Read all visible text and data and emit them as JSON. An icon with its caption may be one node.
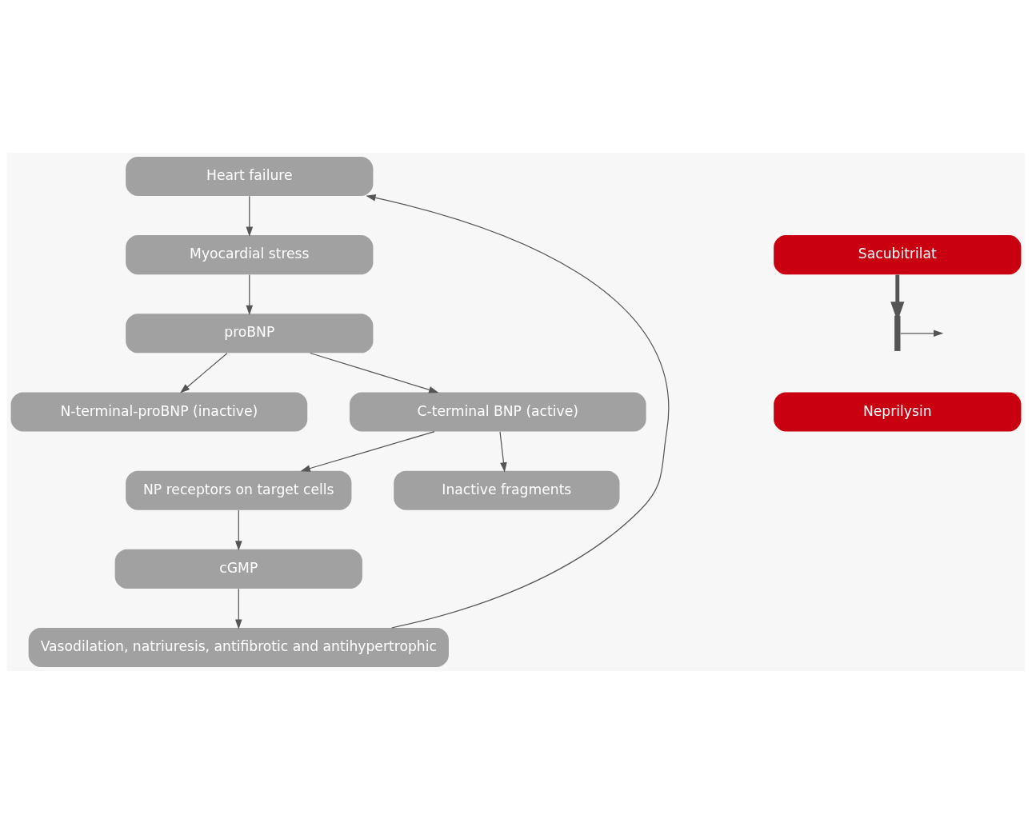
{
  "diagram": {
    "nodes": [
      {
        "text": [
          "Heart failure"
        ]
      },
      {
        "text": [
          "Myocardial stress"
        ]
      },
      {
        "text": [
          "Sacubitrilat"
        ]
      },
      {
        "text": [
          "proBNP"
        ]
      },
      {
        "text": [
          "N-terminal-proBNP (inactive)"
        ]
      },
      {
        "text": [
          "C-terminal BNP (active)"
        ]
      },
      {
        "text": [],
        "shape": "bar"
      },
      {
        "text": [
          "Neprilysin"
        ]
      },
      {
        "text": [
          "NP receptors on target cells"
        ]
      },
      {
        "text": [
          "Inactive fragments"
        ]
      },
      {
        "text": [
          "cGMP"
        ]
      },
      {
        "text": [
          "Vasodilation, natriuresis, antifibrotic and antihypertrophic"
        ]
      }
    ],
    "edges": [
      {
        "from": 0,
        "to": 1,
        "arrow": "to"
      },
      {
        "from": 1,
        "to": 3,
        "arrow": "to"
      },
      {
        "from": 3,
        "to": 4,
        "arrow": "to"
      },
      {
        "from": 3,
        "to": 5,
        "arrow": "to"
      },
      {
        "from": 5,
        "to": 8,
        "arrow": "to"
      },
      {
        "from": 5,
        "to": 9,
        "arrow": "to"
      },
      {
        "from": 8,
        "to": 10,
        "arrow": "to"
      },
      {
        "from": 10,
        "to": 11,
        "arrow": "to"
      },
      {
        "from": 11,
        "to": 0,
        "arrow": "to"
      },
      {
        "from": 2,
        "to": 6,
        "arrow": "to",
        "style": "thick"
      },
      {
        "from": 6,
        "to": null,
        "arrow": "to"
      }
    ]
  }
}
